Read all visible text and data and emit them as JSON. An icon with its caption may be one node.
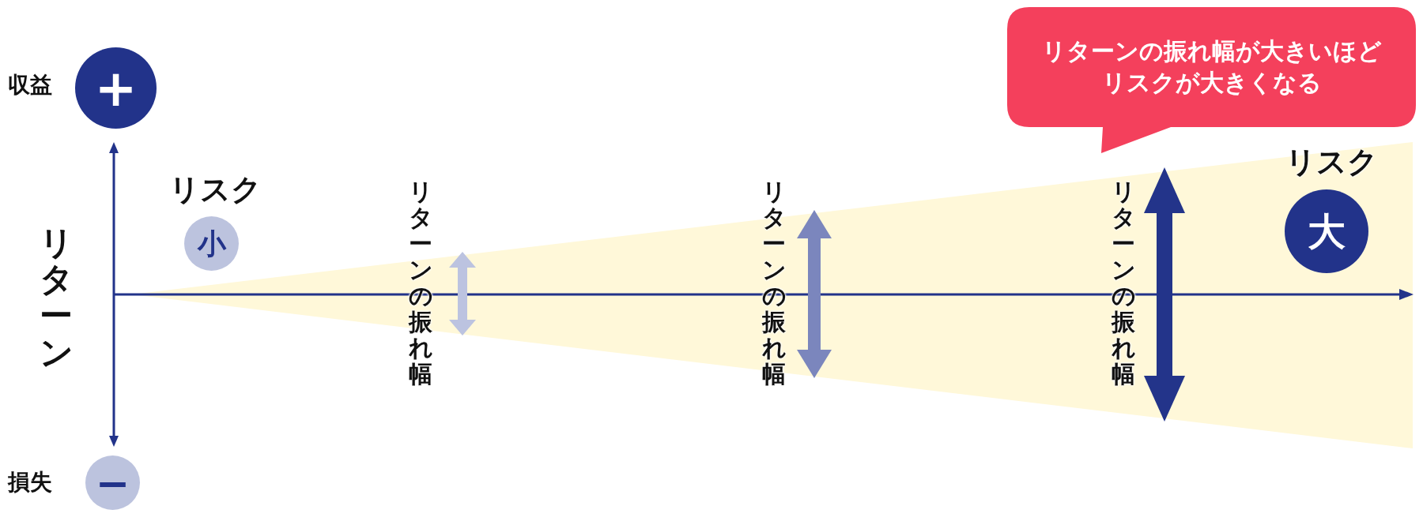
{
  "diagram": {
    "nodes": [
      {
        "text": [
          "+"
        ],
        "beside": [
          "収益"
        ]
      },
      {
        "text": [
          "−"
        ],
        "beside": [
          "損失"
        ]
      },
      {
        "text": [
          "小"
        ],
        "beside": [
          "リスク"
        ]
      },
      {
        "text": [
          "大"
        ],
        "beside": [
          "リスク"
        ]
      },
      {
        "text": [
          "リターンの振れ幅が大きいほどリスクが大きくなる"
        ]
      }
    ],
    "labels": [
      "リターン",
      "リターンの振れ幅",
      "リターンの振れ幅",
      "リターンの振れ幅"
    ]
  }
}
